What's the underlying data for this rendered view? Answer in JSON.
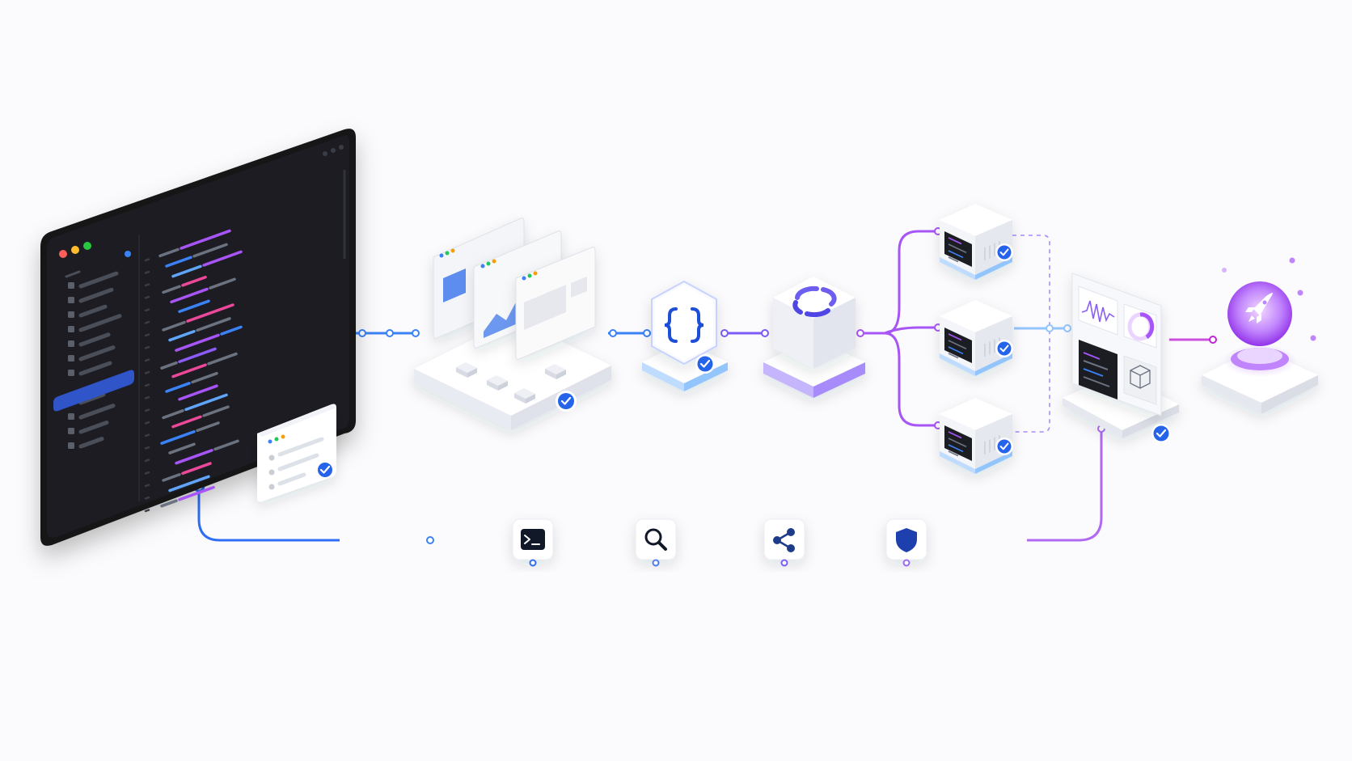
{
  "colors": {
    "blue": "#2f6df6",
    "violet": "#8b5cf6",
    "purple": "#a855f7",
    "editor_bg": "#1b1d23",
    "editor_frame": "#121317",
    "check_badge": "#2563eb",
    "node_face": "#ffffff",
    "node_side": "#e6e8f0"
  },
  "pipeline": {
    "editor": {
      "traffic_lights": [
        "#ff5f57",
        "#febc2e",
        "#28c840"
      ]
    },
    "stages": [
      {
        "id": "mockups",
        "icon": "browser-window-icon",
        "verified": true
      },
      {
        "id": "api",
        "icon": "curly-braces-icon",
        "verified": true
      },
      {
        "id": "build",
        "icon": "ring-icon",
        "verified": false
      },
      {
        "id": "servers",
        "icon": "server-icon",
        "count": 3,
        "verified": true
      },
      {
        "id": "monitoring",
        "icon": "dashboard-icon",
        "verified": true
      },
      {
        "id": "launch",
        "icon": "rocket-icon",
        "verified": false
      }
    ],
    "tools": [
      {
        "id": "terminal",
        "icon": "terminal-icon"
      },
      {
        "id": "search",
        "icon": "magnifier-icon"
      },
      {
        "id": "share",
        "icon": "share-icon"
      },
      {
        "id": "security",
        "icon": "shield-icon"
      }
    ]
  }
}
